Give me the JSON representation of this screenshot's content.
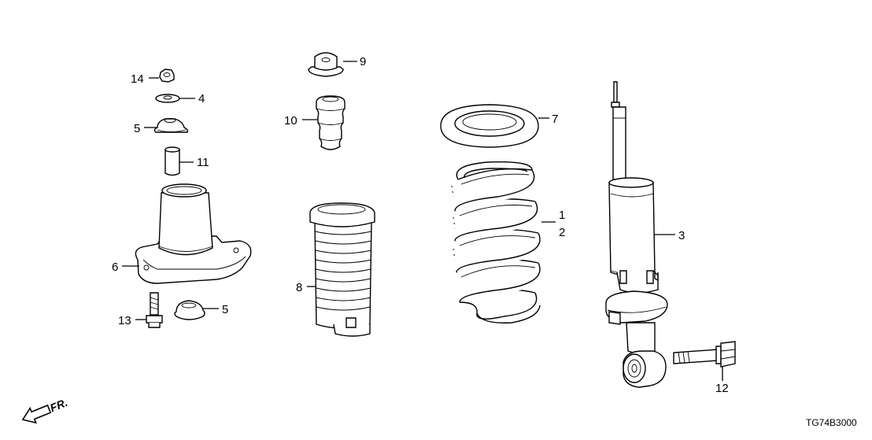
{
  "callouts": {
    "c1": "1",
    "c2": "2",
    "c3": "3",
    "c4": "4",
    "c5a": "5",
    "c5b": "5",
    "c6": "6",
    "c7": "7",
    "c8": "8",
    "c9": "9",
    "c10": "10",
    "c11": "11",
    "c12": "12",
    "c13": "13",
    "c14": "14"
  },
  "front_indicator": "FR.",
  "diagram_code": "TG74B3000",
  "colors": {
    "ink": "#000000",
    "paper": "#ffffff"
  }
}
